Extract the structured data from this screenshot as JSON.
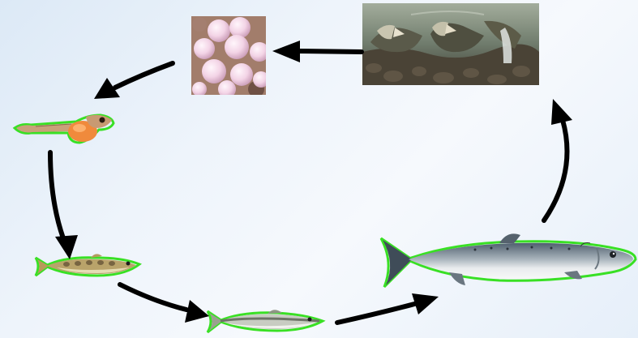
{
  "diagram": {
    "stages": [
      {
        "id": "eggs",
        "icon": "salmon-eggs-photo"
      },
      {
        "id": "alevin",
        "icon": "alevin-fish-icon"
      },
      {
        "id": "fry",
        "icon": "fry-fish-icon"
      },
      {
        "id": "smolt",
        "icon": "smolt-fish-icon"
      },
      {
        "id": "adult",
        "icon": "adult-salmon-icon"
      },
      {
        "id": "spawning",
        "icon": "spawning-salmon-photo"
      }
    ],
    "arrow_color": "#000000",
    "background_color": "#eaf2fa",
    "outline_color": "#39e024"
  }
}
